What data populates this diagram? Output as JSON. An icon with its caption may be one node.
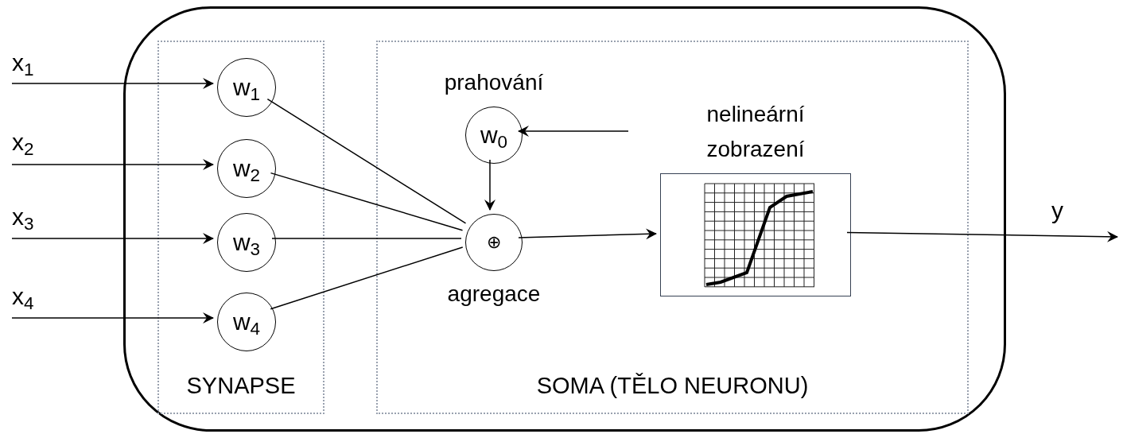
{
  "diagram": {
    "nodes": [
      {
        "text": [],
        "shape": "box"
      },
      {
        "text": [
          "SYNAPSE"
        ],
        "in": 0
      },
      {
        "text": [
          "SOMA (TĚLO NEURONU)"
        ],
        "in": 0
      },
      {
        "text": [
          "w$_{1}$"
        ],
        "in": 1
      },
      {
        "text": [
          "w$_{2}$"
        ],
        "in": 1
      },
      {
        "text": [
          "w$_{3}$"
        ],
        "in": 1
      },
      {
        "text": [
          "w$_{4}$"
        ],
        "in": 1
      },
      {
        "text": [
          "w$_{0}$"
        ],
        "in": 2,
        "beside": [
          "prahování"
        ]
      },
      {
        "text": [
          "⊕"
        ],
        "in": 2,
        "beside": [
          "agregace"
        ]
      },
      {
        "text": [],
        "shape": "box",
        "in": 2,
        "beside": [
          "nelineární zobrazení"
        ]
      }
    ],
    "edges": [
      {
        "from": null,
        "to": 3,
        "arrow": "to",
        "label": "x$_{1}$"
      },
      {
        "from": null,
        "to": 4,
        "arrow": "to",
        "label": "x$_{2}$"
      },
      {
        "from": null,
        "to": 5,
        "arrow": "to",
        "label": "x$_{3}$"
      },
      {
        "from": null,
        "to": 6,
        "arrow": "to",
        "label": "x$_{4}$"
      },
      {
        "from": 3,
        "to": 8,
        "arrow": "none"
      },
      {
        "from": 4,
        "to": 8,
        "arrow": "none"
      },
      {
        "from": 5,
        "to": 8,
        "arrow": "none"
      },
      {
        "from": 6,
        "to": 8,
        "arrow": "none"
      },
      {
        "from": null,
        "to": 7,
        "arrow": "to"
      },
      {
        "from": 7,
        "to": 8,
        "arrow": "to"
      },
      {
        "from": 8,
        "to": 9,
        "arrow": "to"
      },
      {
        "from": 9,
        "to": null,
        "arrow": "to",
        "label": "y"
      }
    ]
  }
}
